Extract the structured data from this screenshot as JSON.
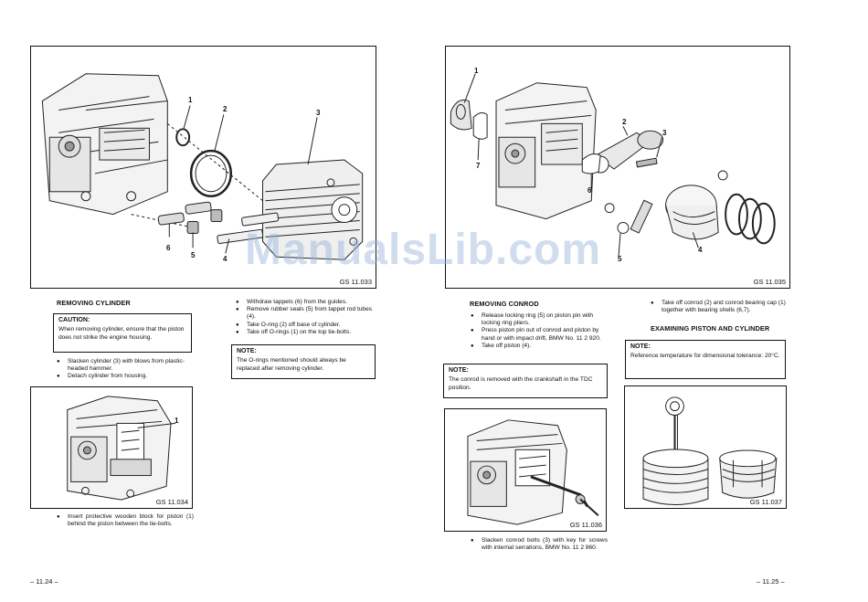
{
  "watermark": "ManualsLib.com",
  "left_page": {
    "page_number": "– 11.24 –",
    "fig_main": {
      "code": "GS 11.033",
      "callouts": [
        "1",
        "2",
        "3",
        "6",
        "5",
        "4"
      ]
    },
    "removing_cylinder": {
      "heading": "REMOVING CYLINDER",
      "caution_title": "CAUTION:",
      "caution_text": "When removing cylinder, ensure that the piston does not strike the engine housing.",
      "steps_a": [
        "Slacken cylinder (3) with blows from plastic-headed hammer.",
        "Detach cylinder from housing."
      ]
    },
    "fig_small": {
      "code": "GS 11.034",
      "callout": "1"
    },
    "steps_b": [
      "Insert protective wooden block for piston (1) behind the piston between the tie-bolts."
    ],
    "steps_right": [
      "Withdraw tappets (6) from the guides.",
      "Remove rubber seals (5) from tappet rod tubes (4).",
      "Take O-ring (2) off base of cylinder.",
      "Take off O-rings (1) on the top tie-bolts."
    ],
    "note_title": "NOTE:",
    "note_text": "The O-rings mentioned should always be replaced after removing cylinder."
  },
  "right_page": {
    "page_number": "– 11.25 –",
    "fig_main": {
      "code": "GS 11.035",
      "callouts": [
        "1",
        "7",
        "2",
        "3",
        "6",
        "5",
        "4"
      ]
    },
    "removing_conrod": {
      "heading": "REMOVING CONROD",
      "steps": [
        "Release locking ring (5) on piston pin with locking ring pliers.",
        "Press piston pin out of conrod and piston by hand or with impact drift, BMW No. 11 2 920.",
        "Take off piston (4)."
      ],
      "note_title": "NOTE:",
      "note_text": "The conrod is removed with the crankshaft in the TDC position."
    },
    "fig_conrod": {
      "code": "GS 11.036"
    },
    "steps_conrod": [
      "Slacken conrod bolts (3) with key for screws with internal serrations, BMW No. 11 2 860."
    ],
    "steps_cap": [
      "Take off conrod (2) and conrod bearing cap (1) together with bearing shells (6,7)."
    ],
    "examining": {
      "heading": "EXAMINING PISTON AND CYLINDER",
      "note_title": "NOTE:",
      "note_text": "Reference temperature for dimensional tolerance: 20°C."
    },
    "fig_measure": {
      "code": "GS 11.037"
    }
  }
}
